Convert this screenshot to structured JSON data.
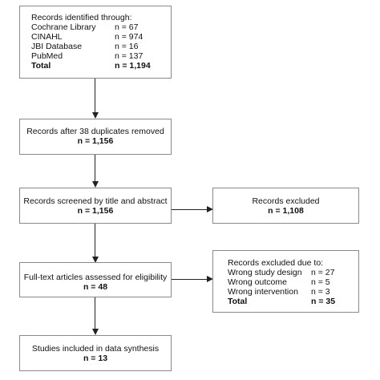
{
  "identified": {
    "heading": "Records identified through:",
    "sources": [
      {
        "name": "Cochrane Library",
        "count": "n = 67"
      },
      {
        "name": "CINAHL",
        "count": "n = 974"
      },
      {
        "name": "JBI Database",
        "count": "n = 16"
      },
      {
        "name": "PubMed",
        "count": "n = 137"
      }
    ],
    "total_label": "Total",
    "total_count": "n = 1,194"
  },
  "duplicates": {
    "text": "Records after 38 duplicates removed",
    "count": "n = 1,156"
  },
  "screened": {
    "text": "Records screened by title and abstract",
    "count": "n = 1,156"
  },
  "excluded": {
    "text": "Records excluded",
    "count": "n = 1,108"
  },
  "fulltext": {
    "text": "Full-text articles assessed for eligibility",
    "count": "n = 48"
  },
  "excluded_reasons": {
    "heading": "Records excluded due to:",
    "reasons": [
      {
        "name": "Wrong study design",
        "count": "n = 27"
      },
      {
        "name": "Wrong outcome",
        "count": "n = 5"
      },
      {
        "name": "Wrong intervention",
        "count": "n = 3"
      }
    ],
    "total_label": "Total",
    "total_count": "n = 35"
  },
  "included": {
    "text": "Studies included in data synthesis",
    "count": "n = 13"
  }
}
